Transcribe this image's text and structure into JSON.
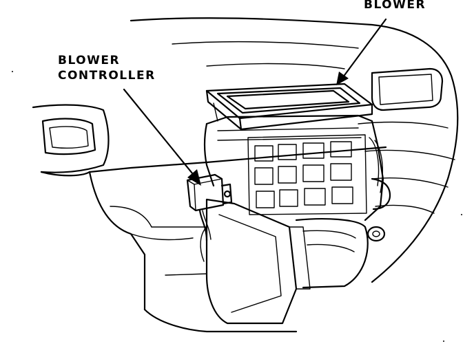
{
  "labels": {
    "blower": "BLOWER",
    "controller_line1": "BLOWER",
    "controller_line2": "CONTROLLER"
  },
  "colors": {
    "ink": "#000000",
    "paper": "#ffffff"
  }
}
